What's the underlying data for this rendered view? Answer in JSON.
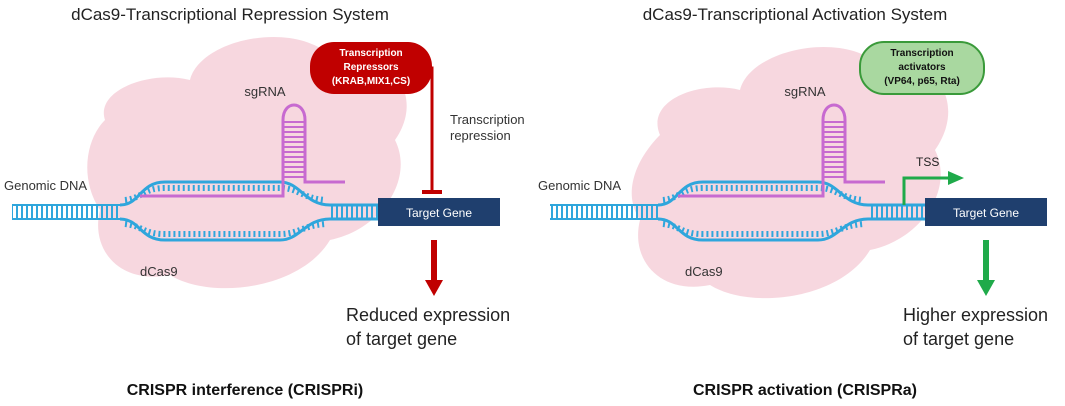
{
  "left": {
    "title": "dCas9-Transcriptional Repression System",
    "effector": [
      "Transcription",
      "Repressors",
      "(KRAB,MIX1,CS)"
    ],
    "sgrna": "sgRNA",
    "effect": [
      "Transcription",
      "repression"
    ],
    "genomic_dna": "Genomic DNA",
    "target_gene": "Target Gene",
    "dcas9": "dCas9",
    "outcome": [
      "Reduced expression",
      "of target gene"
    ],
    "caption": "CRISPR interference (CRISPRi)"
  },
  "right": {
    "title": "dCas9-Transcriptional Activation System",
    "effector": [
      "Transcription",
      "activators",
      "(VP64, p65, Rta)"
    ],
    "sgrna": "sgRNA",
    "tss": "TSS",
    "genomic_dna": "Genomic DNA",
    "target_gene": "Target Gene",
    "dcas9": "dCas9",
    "outcome": [
      "Higher expression",
      "of target gene"
    ],
    "caption": "CRISPR activation (CRISPRa)"
  },
  "colors": {
    "cas9_blob": "#f6d3dc",
    "dna": "#2fa6dc",
    "sgrna": "#c76ad0",
    "gene_box": "#1f3f6e",
    "repressor": "#c00000",
    "activator_fill": "#a9d8a0",
    "activator_stroke": "#3a9a3a",
    "activation_arrow": "#1faa4a"
  }
}
